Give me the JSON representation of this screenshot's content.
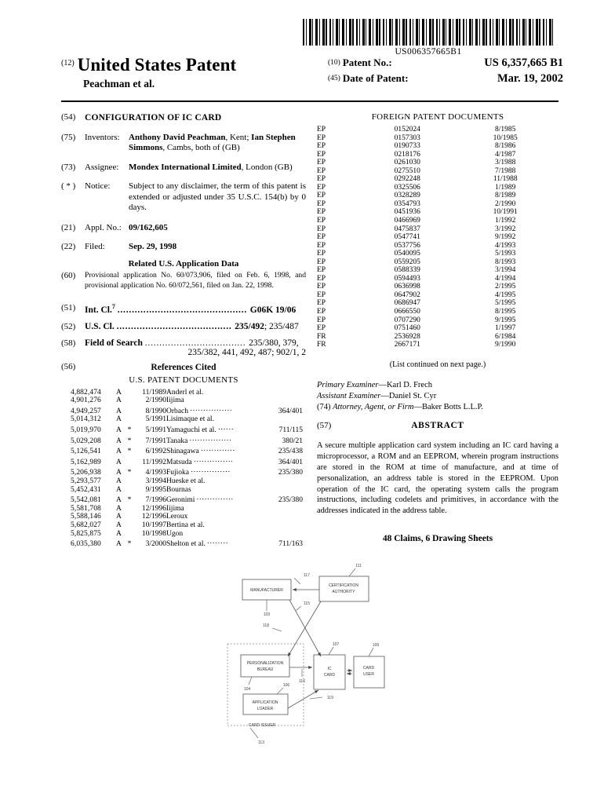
{
  "barcode": {
    "number": "US006357665B1"
  },
  "masthead": {
    "kind_code": "(12)",
    "office": "United States Patent",
    "inventor_short": "Peachman et al.",
    "patent_no_tag": "(10)",
    "patent_no_label": "Patent No.:",
    "patent_no_value": "US 6,357,665 B1",
    "date_tag": "(45)",
    "date_label": "Date of Patent:",
    "date_value": "Mar. 19, 2002"
  },
  "left": {
    "title_num": "(54)",
    "title": "CONFIGURATION OF IC CARD",
    "inventors_num": "(75)",
    "inventors_label": "Inventors:",
    "inventors_bold1": "Anthony David Peachman",
    "inventors_mid1": ", Kent; ",
    "inventors_bold2": "Ian Stephen Simmons",
    "inventors_rest": ", Cambs, both of (GB)",
    "assignee_num": "(73)",
    "assignee_label": "Assignee:",
    "assignee_bold": "Mondex International Limited",
    "assignee_rest": ", London (GB)",
    "notice_num": "( * )",
    "notice_label": "Notice:",
    "notice_text": "Subject to any disclaimer, the term of this patent is extended or adjusted under 35 U.S.C. 154(b) by 0 days.",
    "appl_num": "(21)",
    "appl_label": "Appl. No.:",
    "appl_value": "09/162,605",
    "filed_num": "(22)",
    "filed_label": "Filed:",
    "filed_value": "Sep. 29, 1998",
    "related_head": "Related U.S. Application Data",
    "related_num": "(60)",
    "related_text": "Provisional application No. 60/073,906, filed on Feb. 6, 1998, and provisional application No. 60/072,561, filed on Jan. 22, 1998.",
    "intcl_num": "(51)",
    "intcl_label": "Int. Cl.",
    "intcl_sup": "7",
    "intcl_value": "G06K 19/06",
    "uscl_num": "(52)",
    "uscl_label": "U.S. Cl.",
    "uscl_value_bold": "235/492",
    "uscl_value_rest": "; 235/487",
    "fos_num": "(58)",
    "fos_label": "Field of Search",
    "fos_value_1": "235/380, 379,",
    "fos_value_2": "235/382, 441, 492, 487; 902/1, 2",
    "refs_num": "(56)",
    "refs_head": "References Cited",
    "us_docs_head": "U.S. PATENT DOCUMENTS"
  },
  "us_patent_documents": [
    {
      "number": "4,882,474",
      "kind": "A",
      "star": "",
      "date": "11/1989",
      "name": "Anderl et al.",
      "class": ""
    },
    {
      "number": "4,901,276",
      "kind": "A",
      "star": "",
      "date": "2/1990",
      "name": "Iijima",
      "class": ""
    },
    {
      "number": "4,949,257",
      "kind": "A",
      "star": "",
      "date": "8/1990",
      "name": "Orbach",
      "class": "364/401"
    },
    {
      "number": "5,014,312",
      "kind": "A",
      "star": "",
      "date": "5/1991",
      "name": "Lisimaque et al.",
      "class": ""
    },
    {
      "number": "5,019,970",
      "kind": "A",
      "star": "*",
      "date": "5/1991",
      "name": "Yamaguchi et al.",
      "class": "711/115"
    },
    {
      "number": "5,029,208",
      "kind": "A",
      "star": "*",
      "date": "7/1991",
      "name": "Tanaka",
      "class": "380/21"
    },
    {
      "number": "5,126,541",
      "kind": "A",
      "star": "*",
      "date": "6/1992",
      "name": "Shinagawa",
      "class": "235/438"
    },
    {
      "number": "5,162,989",
      "kind": "A",
      "star": "",
      "date": "11/1992",
      "name": "Matsuda",
      "class": "364/401"
    },
    {
      "number": "5,206,938",
      "kind": "A",
      "star": "*",
      "date": "4/1993",
      "name": "Fujioka",
      "class": "235/380"
    },
    {
      "number": "5,293,577",
      "kind": "A",
      "star": "",
      "date": "3/1994",
      "name": "Hueske et al.",
      "class": ""
    },
    {
      "number": "5,452,431",
      "kind": "A",
      "star": "",
      "date": "9/1995",
      "name": "Bournas",
      "class": ""
    },
    {
      "number": "5,542,081",
      "kind": "A",
      "star": "*",
      "date": "7/1996",
      "name": "Geronimi",
      "class": "235/380"
    },
    {
      "number": "5,581,708",
      "kind": "A",
      "star": "",
      "date": "12/1996",
      "name": "Iijima",
      "class": ""
    },
    {
      "number": "5,588,146",
      "kind": "A",
      "star": "",
      "date": "12/1996",
      "name": "Leroux",
      "class": ""
    },
    {
      "number": "5,682,027",
      "kind": "A",
      "star": "",
      "date": "10/1997",
      "name": "Bertina et al.",
      "class": ""
    },
    {
      "number": "5,825,875",
      "kind": "A",
      "star": "",
      "date": "10/1998",
      "name": "Ugon",
      "class": ""
    },
    {
      "number": "6,035,380",
      "kind": "A",
      "star": "*",
      "date": "3/2000",
      "name": "Shelton et al.",
      "class": "711/163"
    }
  ],
  "right": {
    "foreign_head": "FOREIGN PATENT DOCUMENTS",
    "continued_note": "(List continued on next page.)",
    "primary_examiner_label": "Primary Examiner",
    "primary_examiner_value": "—Karl D. Frech",
    "assistant_examiner_label": "Assistant Examiner",
    "assistant_examiner_value": "—Daniel St. Cyr",
    "attorney_num": "(74)",
    "attorney_label": "Attorney, Agent, or Firm",
    "attorney_value": "—Baker Botts L.L.P.",
    "abstract_num": "(57)",
    "abstract_head": "ABSTRACT",
    "abstract_text": "A secure multiple application card system including an IC card having a microprocessor, a ROM and an EEPROM, wherein program instructions are stored in the ROM at time of manufacture, and at time of personalization, an address table is stored in the EEPROM. Upon operation of the IC card, the operating system calls the program instructions, including codelets and primitives, in accordance with the addresses indicated in the address table.",
    "claims_line": "48 Claims, 6 Drawing Sheets"
  },
  "foreign_patent_documents": [
    {
      "country": "EP",
      "number": "0152024",
      "date": "8/1985"
    },
    {
      "country": "EP",
      "number": "0157303",
      "date": "10/1985"
    },
    {
      "country": "EP",
      "number": "0190733",
      "date": "8/1986"
    },
    {
      "country": "EP",
      "number": "0218176",
      "date": "4/1987"
    },
    {
      "country": "EP",
      "number": "0261030",
      "date": "3/1988"
    },
    {
      "country": "EP",
      "number": "0275510",
      "date": "7/1988"
    },
    {
      "country": "EP",
      "number": "0292248",
      "date": "11/1988"
    },
    {
      "country": "EP",
      "number": "0325506",
      "date": "1/1989"
    },
    {
      "country": "EP",
      "number": "0328289",
      "date": "8/1989"
    },
    {
      "country": "EP",
      "number": "0354793",
      "date": "2/1990"
    },
    {
      "country": "EP",
      "number": "0451936",
      "date": "10/1991"
    },
    {
      "country": "EP",
      "number": "0466969",
      "date": "1/1992"
    },
    {
      "country": "EP",
      "number": "0475837",
      "date": "3/1992"
    },
    {
      "country": "EP",
      "number": "0547741",
      "date": "9/1992"
    },
    {
      "country": "EP",
      "number": "0537756",
      "date": "4/1993"
    },
    {
      "country": "EP",
      "number": "0540095",
      "date": "5/1993"
    },
    {
      "country": "EP",
      "number": "0559205",
      "date": "8/1993"
    },
    {
      "country": "EP",
      "number": "0588339",
      "date": "3/1994"
    },
    {
      "country": "EP",
      "number": "0594493",
      "date": "4/1994"
    },
    {
      "country": "EP",
      "number": "0636998",
      "date": "2/1995"
    },
    {
      "country": "EP",
      "number": "0647902",
      "date": "4/1995"
    },
    {
      "country": "EP",
      "number": "0686947",
      "date": "5/1995"
    },
    {
      "country": "EP",
      "number": "0666550",
      "date": "8/1995"
    },
    {
      "country": "EP",
      "number": "0707290",
      "date": "9/1995"
    },
    {
      "country": "EP",
      "number": "0751460",
      "date": "1/1997"
    },
    {
      "country": "FR",
      "number": "2536928",
      "date": "6/1984"
    },
    {
      "country": "FR",
      "number": "2667171",
      "date": "9/1990"
    }
  ],
  "figure": {
    "boxes": [
      {
        "id": "manufacturer",
        "label1": "MANUFACTURER",
        "label2": "",
        "ref": "103"
      },
      {
        "id": "certification-authority",
        "label1": "CERTIFICATION",
        "label2": "AUTHORITY",
        "ref": "111"
      },
      {
        "id": "personalization-bureau",
        "label1": "PERSONALIZATION",
        "label2": "BUREAU",
        "ref": "104"
      },
      {
        "id": "application-loader",
        "label1": "APPLICATION",
        "label2": "LOADER",
        "ref": "106"
      },
      {
        "id": "ic-card",
        "label1": "IC",
        "label2": "CARD",
        "ref": "107"
      },
      {
        "id": "card-user",
        "label1": "CARD",
        "label2": "USER",
        "ref": "109"
      }
    ],
    "group_label": "CARD ISSUER",
    "group_ref": "113",
    "connector_refs": [
      "117",
      "115",
      "118",
      "116",
      "119"
    ]
  }
}
